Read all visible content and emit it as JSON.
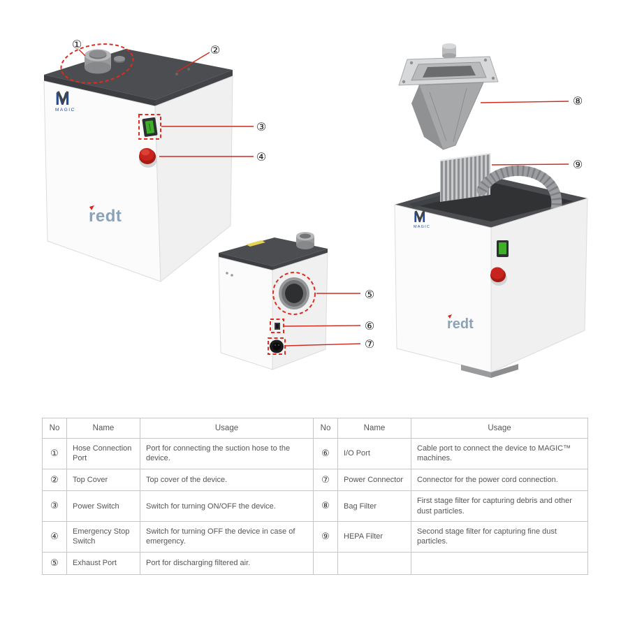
{
  "diagram": {
    "brand": {
      "logo_letter": "M",
      "logo_text": "MAGIC",
      "product_logo": "redt"
    },
    "callouts": [
      {
        "label": "①"
      },
      {
        "label": "②"
      },
      {
        "label": "③"
      },
      {
        "label": "④"
      },
      {
        "label": "⑤"
      },
      {
        "label": "⑥"
      },
      {
        "label": "⑦"
      },
      {
        "label": "⑧"
      },
      {
        "label": "⑨"
      }
    ],
    "colors": {
      "leader_red": "#cf2a1f",
      "highlight_red": "#e02b1f",
      "top_cover_gray": "#4b4d50",
      "switch_green": "#3fae29",
      "estop_red": "#c8231c",
      "logo_blue": "#1d4f9e",
      "redt_blue": "#8ba2b9"
    }
  },
  "table": {
    "headers": [
      "No",
      "Name",
      "Usage",
      "No",
      "Name",
      "Usage"
    ],
    "rows": [
      {
        "left": {
          "no": "①",
          "name": "Hose Connection Port",
          "usage": "Port for connecting the suction hose to the device."
        },
        "right": {
          "no": "⑥",
          "name": "I/O Port",
          "usage": "Cable port to connect the device to MAGIC™ machines."
        }
      },
      {
        "left": {
          "no": "②",
          "name": "Top Cover",
          "usage": "Top cover of the device."
        },
        "right": {
          "no": "⑦",
          "name": "Power Connector",
          "usage": "Connector for the power cord connection."
        }
      },
      {
        "left": {
          "no": "③",
          "name": "Power Switch",
          "usage": "Switch for turning ON/OFF the device."
        },
        "right": {
          "no": "⑧",
          "name": "Bag Filter",
          "usage": "First stage filter for capturing debris and other dust particles."
        }
      },
      {
        "left": {
          "no": "④",
          "name": "Emergency Stop Switch",
          "usage": "Switch for turning OFF the device in case of emergency."
        },
        "right": {
          "no": "⑨",
          "name": "HEPA Filter",
          "usage": "Second stage filter for capturing fine dust particles."
        }
      },
      {
        "left": {
          "no": "⑤",
          "name": "Exhaust Port",
          "usage": "Port for discharging filtered air."
        },
        "right": {
          "no": "",
          "name": "",
          "usage": ""
        }
      }
    ]
  }
}
